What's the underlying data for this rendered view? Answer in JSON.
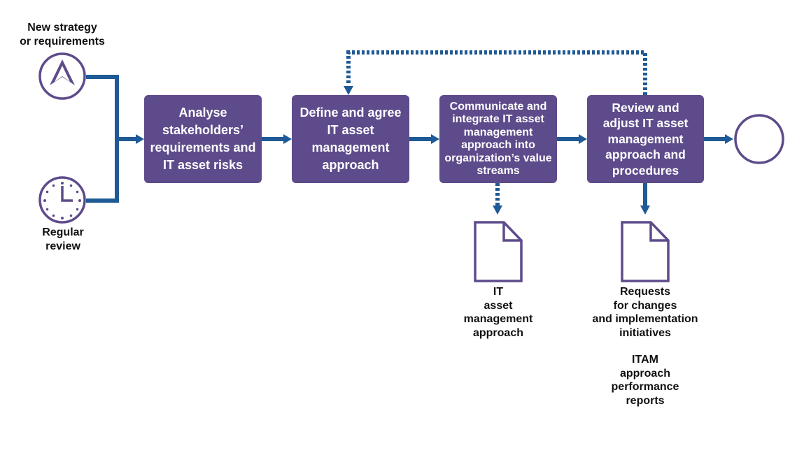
{
  "diagram": {
    "colors": {
      "box_fill": "#5e4b8b",
      "box_text": "#ffffff",
      "connector": "#1f5a96",
      "outline": "#5e4b8b",
      "label_text": "#111111"
    },
    "triggers": [
      {
        "label": "New strategy\nor requirements",
        "icon": "strategy-arrow-icon"
      },
      {
        "label": "Regular\nreview",
        "icon": "clock-icon"
      }
    ],
    "steps": [
      {
        "label": "Analyse\nstakeholders’\nrequirements and\nIT asset risks"
      },
      {
        "label": "Define and agree\nIT asset\nmanagement\napproach"
      },
      {
        "label": "Communicate and\nintegrate IT asset\nmanagement\napproach into\norganization’s value\nstreams"
      },
      {
        "label": "Review and\nadjust IT asset\nmanagement\napproach and\nprocedures"
      }
    ],
    "end_event": {
      "icon": "end-circle-icon"
    },
    "outputs": [
      {
        "label": "IT\nasset\nmanagement\napproach",
        "icon": "document-icon"
      },
      {
        "label": "Requests\nfor changes\nand implementation\ninitiatives",
        "icon": "document-icon"
      }
    ],
    "extra_outputs": [
      {
        "label": "ITAM\napproach\nperformance\nreports"
      }
    ]
  }
}
